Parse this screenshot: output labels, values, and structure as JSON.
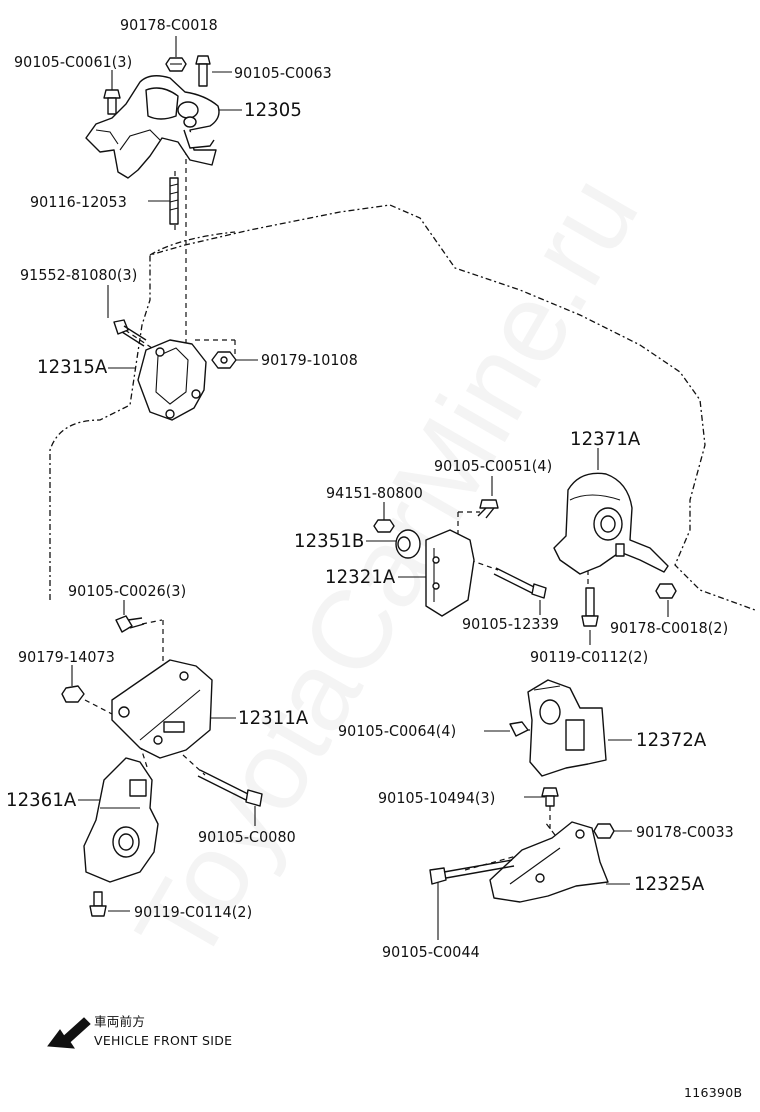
{
  "diagram_id": "116390B",
  "watermark": "ToyotaCarMine.ru",
  "orientation": {
    "japanese": "車両前方",
    "english": "VEHICLE FRONT SIDE"
  },
  "labels": {
    "p90178_C0018_top": "90178-C0018",
    "p90105_C0061": "90105-C0061(3)",
    "p90105_C0063": "90105-C0063",
    "p12305": "12305",
    "p90116_12053": "90116-12053",
    "p91552_81080": "91552-81080(3)",
    "p12315A": "12315A",
    "p90179_10108": "90179-10108",
    "p12371A": "12371A",
    "p90105_C0051": "90105-C0051(4)",
    "p94151_80800": "94151-80800",
    "p12351B": "12351B",
    "p12321A": "12321A",
    "p90105_12339": "90105-12339",
    "p90178_C0018_2": "90178-C0018(2)",
    "p90119_C0112": "90119-C0112(2)",
    "p90105_C0026": "90105-C0026(3)",
    "p90179_14073": "90179-14073",
    "p12311A": "12311A",
    "p12361A": "12361A",
    "p90105_C0080": "90105-C0080",
    "p90119_C0114": "90119-C0114(2)",
    "p90105_C0064": "90105-C0064(4)",
    "p12372A": "12372A",
    "p90105_10494": "90105-10494(3)",
    "p90178_C0033": "90178-C0033",
    "p12325A": "12325A",
    "p90105_C0044": "90105-C0044"
  }
}
